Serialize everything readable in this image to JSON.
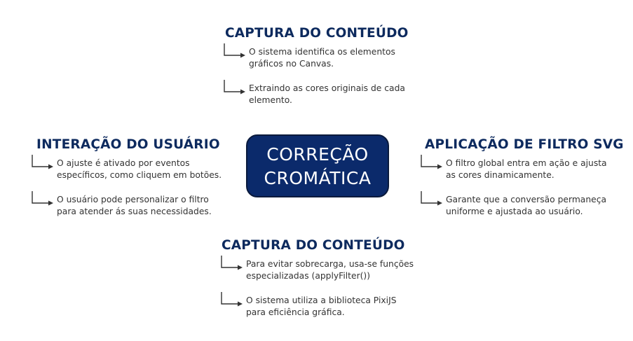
{
  "center": {
    "line1": "CORREÇÃO",
    "line2": "CROMÁTICA"
  },
  "sections": {
    "top": {
      "title": "CAPTURA DO CONTEÚDO",
      "items": [
        "O sistema identifica os elementos gráficos no Canvas.",
        "Extraindo as cores originais de cada elemento."
      ]
    },
    "left": {
      "title": "INTERAÇÃO DO USUÁRIO",
      "items": [
        "O ajuste é ativado por eventos específicos, como cliquem em botões.",
        "O usuário pode personalizar o filtro para atender ás suas necessidades."
      ]
    },
    "right": {
      "title": "APLICAÇÃO DE FILTRO SVG",
      "items": [
        "O filtro global entra em ação e ajusta as cores dinamicamente.",
        "Garante que a conversão permaneça uniforme e ajustada ao usuário."
      ]
    },
    "bottom": {
      "title": "CAPTURA DO CONTEÚDO",
      "items": [
        "Para evitar sobrecarga, usa-se funções especializadas (applyFilter())",
        "O sistema utiliza a biblioteca PixiJS para eficiência gráfica."
      ]
    }
  },
  "colors": {
    "title": "#0d2a5e",
    "center_fill": "#0b2a6b",
    "text": "#333333"
  }
}
